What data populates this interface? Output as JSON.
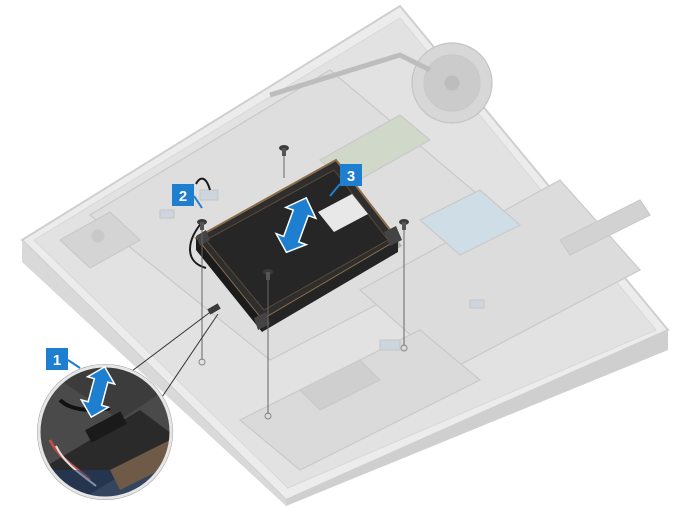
{
  "callouts": [
    {
      "id": "callout-1",
      "label": "1"
    },
    {
      "id": "callout-2",
      "label": "2"
    },
    {
      "id": "callout-3",
      "label": "3"
    }
  ],
  "colors": {
    "callout": "#1e7fd0",
    "arrow": "#1e7fd0",
    "chassis": "#ededed",
    "chassis_edge": "#cfcfcf",
    "drive_fill": "#2b2b2b",
    "drive_edge": "#8a6c4a",
    "screw": "#3a3a3a"
  },
  "icons": {
    "lift_arrow": "arrow-up-icon",
    "screw": "screw-icon",
    "cable": "cable-icon"
  }
}
